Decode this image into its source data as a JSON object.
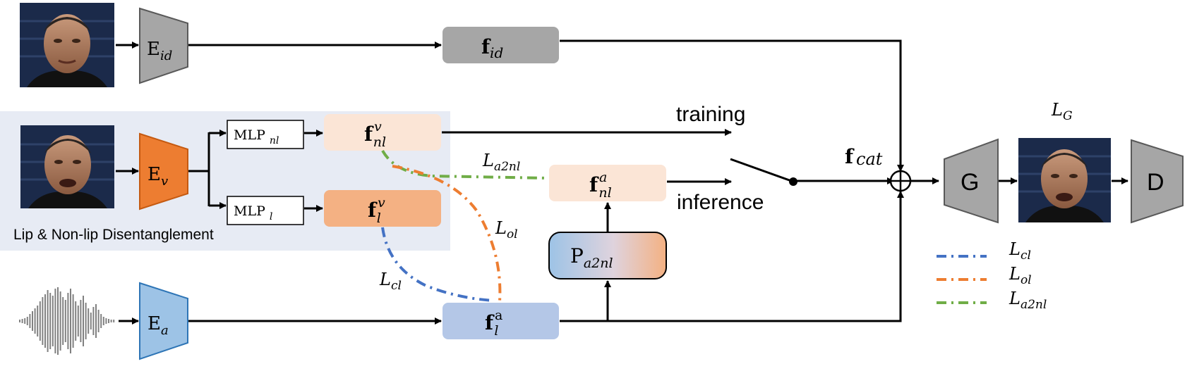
{
  "encoders": {
    "identity": {
      "base": "E",
      "sub": "id"
    },
    "visual": {
      "base": "E",
      "sub": "v"
    },
    "audio": {
      "base": "E",
      "sub": "a"
    }
  },
  "mlp": {
    "nonlip": {
      "base": "MLP ",
      "sub": "nl"
    },
    "lip": {
      "base": "MLP ",
      "sub": "l"
    }
  },
  "features": {
    "f_id": {
      "base": "f",
      "sub": "id"
    },
    "f_v_nl": {
      "base": "f",
      "sup": "v",
      "sub": "nl"
    },
    "f_v_l": {
      "base": "f",
      "sup": "v",
      "sub": "l"
    },
    "f_a_nl": {
      "base": "f",
      "sup": "a",
      "sub": "nl"
    },
    "f_a_l": {
      "base": "f",
      "sup": "a",
      "sub": "l"
    },
    "f_cat": {
      "base": "f",
      "sub": "cat"
    }
  },
  "predictor": {
    "base": "P",
    "sub": "a2nl"
  },
  "generator": {
    "label": "G"
  },
  "discriminator": {
    "label": "D"
  },
  "operator": {
    "symbol": "⊕"
  },
  "switch": {
    "training_label": "training",
    "inference_label": "inference"
  },
  "panel": {
    "label": "Lip & Non-lip Disentanglement"
  },
  "losses": {
    "generator": {
      "base": "L",
      "sub": "G"
    },
    "a2nl": {
      "base": "L",
      "sub": "a2nl",
      "color": "#70ad47"
    },
    "ol": {
      "base": "L",
      "sub": "ol",
      "color": "#ed7d31"
    },
    "cl": {
      "base": "L",
      "sub": "cl",
      "color": "#4472c4"
    }
  },
  "legend": [
    {
      "base": "L",
      "sub": "cl",
      "color": "#4472c4"
    },
    {
      "base": "L",
      "sub": "ol",
      "color": "#ed7d31"
    },
    {
      "base": "L",
      "sub": "a2nl",
      "color": "#70ad47"
    }
  ],
  "colors": {
    "encoder_gray": "#a6a6a6",
    "encoder_orange": "#ed7d31",
    "encoder_blue": "#9dc3e6",
    "feature_gray": "#a6a6a6",
    "feature_peach_light": "#fbe5d6",
    "feature_peach": "#f4b183",
    "feature_blue": "#b4c7e7",
    "panel_bg": "#e7ebf4"
  }
}
